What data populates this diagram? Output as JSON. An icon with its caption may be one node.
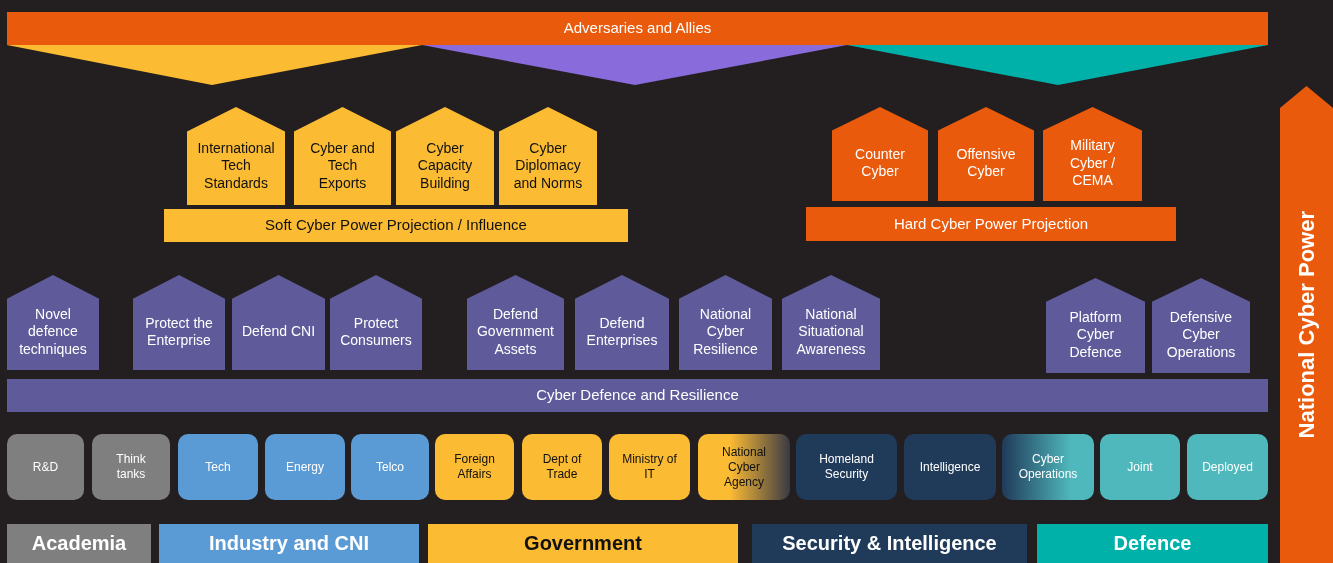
{
  "diagram": {
    "nodes": [
      {
        "text": [
          "Adversaries and Allies"
        ]
      },
      {
        "text": [
          "International Tech Standards"
        ]
      },
      {
        "text": [
          "Cyber and Tech Exports"
        ]
      },
      {
        "text": [
          "Cyber Capacity Building"
        ]
      },
      {
        "text": [
          "Cyber Diplomacy and Norms"
        ]
      },
      {
        "text": [
          "Counter Cyber"
        ]
      },
      {
        "text": [
          "Offensive Cyber"
        ]
      },
      {
        "text": [
          "Military Cyber / CEMA"
        ]
      },
      {
        "text": [
          "Soft Cyber Power Projection / Influence"
        ]
      },
      {
        "text": [
          "Hard Cyber Power Projection"
        ]
      },
      {
        "text": [
          "Novel defence techniques"
        ]
      },
      {
        "text": [
          "Protect the Enterprise"
        ]
      },
      {
        "text": [
          "Defend CNI"
        ]
      },
      {
        "text": [
          "Protect Consumers"
        ]
      },
      {
        "text": [
          "Defend Government Assets"
        ]
      },
      {
        "text": [
          "Defend Enterprises"
        ]
      },
      {
        "text": [
          "National Cyber Resilience"
        ]
      },
      {
        "text": [
          "National Situational Awareness"
        ]
      },
      {
        "text": [
          "Platform Cyber Defence"
        ]
      },
      {
        "text": [
          "Defensive Cyber Operations"
        ]
      },
      {
        "text": [
          "Cyber Defence and Resilience"
        ]
      },
      {
        "text": [
          "R&D"
        ]
      },
      {
        "text": [
          "Think tanks"
        ]
      },
      {
        "text": [
          "Tech"
        ]
      },
      {
        "text": [
          "Energy"
        ]
      },
      {
        "text": [
          "Telco"
        ]
      },
      {
        "text": [
          "Foreign Affairs"
        ]
      },
      {
        "text": [
          "Dept of Trade"
        ]
      },
      {
        "text": [
          "Ministry of IT"
        ]
      },
      {
        "text": [
          "National Cyber Agency"
        ]
      },
      {
        "text": [
          "Homeland Security"
        ]
      },
      {
        "text": [
          "Intelligence"
        ]
      },
      {
        "text": [
          "Cyber Operations"
        ]
      },
      {
        "text": [
          "Joint"
        ]
      },
      {
        "text": [
          "Deployed"
        ]
      },
      {
        "text": [
          "Academia"
        ]
      },
      {
        "text": [
          "Industry and CNI"
        ]
      },
      {
        "text": [
          "Government"
        ]
      },
      {
        "text": [
          "Security & Intelligence"
        ]
      },
      {
        "text": [
          "Defence"
        ]
      },
      {
        "text": [
          "National Cyber Power"
        ]
      },
      {
        "text": [],
        "shape": "triangle"
      },
      {
        "text": [],
        "shape": "triangle"
      },
      {
        "text": [],
        "shape": "triangle"
      }
    ]
  }
}
